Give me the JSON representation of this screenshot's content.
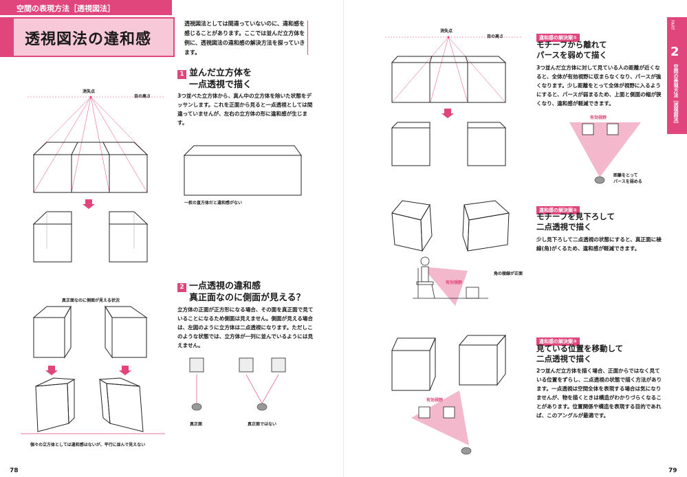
{
  "header": {
    "section_tab": "空間の表現方法［透視図法］",
    "title": "透視図法の違和感"
  },
  "intro": "透視図法としては間違っていないのに、違和感を感じることがあります。ここでは並んだ立方体を例に、透視図法の違和感の解決方法を探っていきます。",
  "sections": [
    {
      "num": "1",
      "title_line1": "並んだ立方体を",
      "title_line2": "一点透視で描く",
      "body": "3つ並べた立方体から、真ん中の立方体を除いた状態をデッサンします。これを正面から見ると一点透視としては間違っていませんが、左右の立方体の形に違和感が生じます。",
      "caption": "一枚の直方体だと違和感がない"
    },
    {
      "num": "2",
      "title_line1": "一点透視の違和感",
      "title_line2": "真正面なのに側面が見える？",
      "body": "立方体の正面が正方形になる場合、その面を真正面で見ていることになるため側面は見えません。側面が見える場合は、左図のように立方体は二点透視になります。ただしこのような状態では、立方体が一列に並んでいるようには見えません。",
      "label_front": "真正面",
      "label_not_front": "真正面ではない"
    }
  ],
  "left_labels": {
    "vanishing_point": "消失点",
    "eye_level": "目の高さ",
    "side_visible": "真正面なのに側面が見える状況",
    "bottom_caption": "個々の立方体としては違和感はないが、平行に並んで見えない"
  },
  "right_labels": {
    "vanishing_point": "消失点",
    "eye_level": "目の高さ",
    "corner_front": "角の稜線が正面",
    "effective_view": "有効視野"
  },
  "solutions": [
    {
      "badge": "違和感の解決案①",
      "title_line1": "モチーフから離れて",
      "title_line2": "パースを弱めて描く",
      "body": "3つ並んだ立方体に対して見ている人の距離が近くなると、全体が有効視野に収まらなくなり、パースが強くなります。少し距離をとって全体が視野に入るようにすると、パースが弱まるため、上面と側面の幅が狭くなり、違和感が軽減できます。",
      "note_line1": "距離をとって",
      "note_line2": "パースを弱める"
    },
    {
      "badge": "違和感の解決案②",
      "title_line1": "モチーフを見下ろして",
      "title_line2": "二点透視で描く",
      "body": "少し見下ろして二点透視の状態にすると、真正面に稜線(角)がくるため、違和感が軽減できます。"
    },
    {
      "badge": "違和感の解決案③",
      "title_line1": "見ている位置を移動して",
      "title_line2": "二点透視で描く",
      "body": "2つ並んだ立方体を描く場合、正面からではなく見ている位置をずらし、二点透視の状態で描く方法があります。一点透視は空間全体を表現する場合は気になりませんが、物を描くときは構造がわかりづらくなることがあります。位置関係や構造を表現する目的であれば、このアングルが最適です。"
    }
  ],
  "part": {
    "label": "PART",
    "num": "2",
    "chapter": "空間の表現方法［透視図法］"
  },
  "page_numbers": {
    "left": "78",
    "right": "79"
  },
  "colors": {
    "accent": "#e0457b",
    "accent_light": "#f7c9d8",
    "view_fill": "#f4b8cc"
  }
}
